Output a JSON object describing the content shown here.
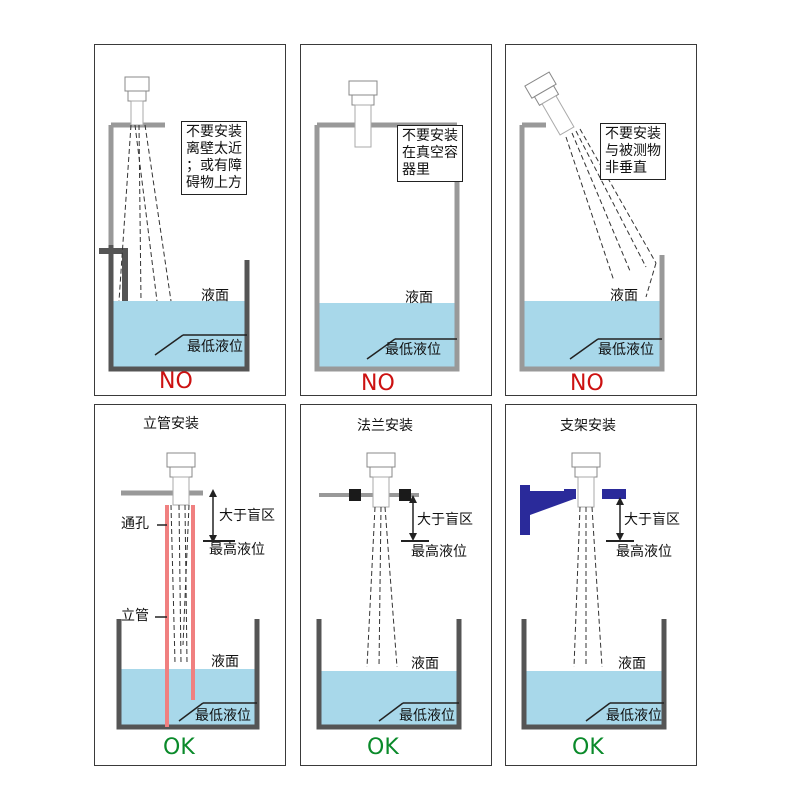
{
  "colors": {
    "liquid": "#a8d8ea",
    "wall": "#555555",
    "no": "#cc1111",
    "ok": "#0a8a2a",
    "pipe": "#f08080",
    "bracket": "#2a2a9a"
  },
  "panels": [
    {
      "note": "不要安装\n离壁太近\n；或有障\n碍物上方",
      "liquid_label": "液面",
      "min_label": "最低液位",
      "verdict": "NO"
    },
    {
      "note": "不要安装\n在真空容\n器里",
      "liquid_label": "液面",
      "min_label": "最低液位",
      "verdict": "NO"
    },
    {
      "note": "不要安装\n与被测物\n非垂直",
      "liquid_label": "液面",
      "min_label": "最低液位",
      "verdict": "NO"
    },
    {
      "title": "立管安装",
      "vent_label": "通孔",
      "pipe_label": "立管",
      "blind_label": "大于盲区",
      "max_label": "最高液位",
      "liquid_label": "液面",
      "min_label": "最低液位",
      "verdict": "OK"
    },
    {
      "title": "法兰安装",
      "blind_label": "大于盲区",
      "max_label": "最高液位",
      "liquid_label": "液面",
      "min_label": "最低液位",
      "verdict": "OK"
    },
    {
      "title": "支架安装",
      "blind_label": "大于盲区",
      "max_label": "最高液位",
      "liquid_label": "液面",
      "min_label": "最低液位",
      "verdict": "OK"
    }
  ]
}
